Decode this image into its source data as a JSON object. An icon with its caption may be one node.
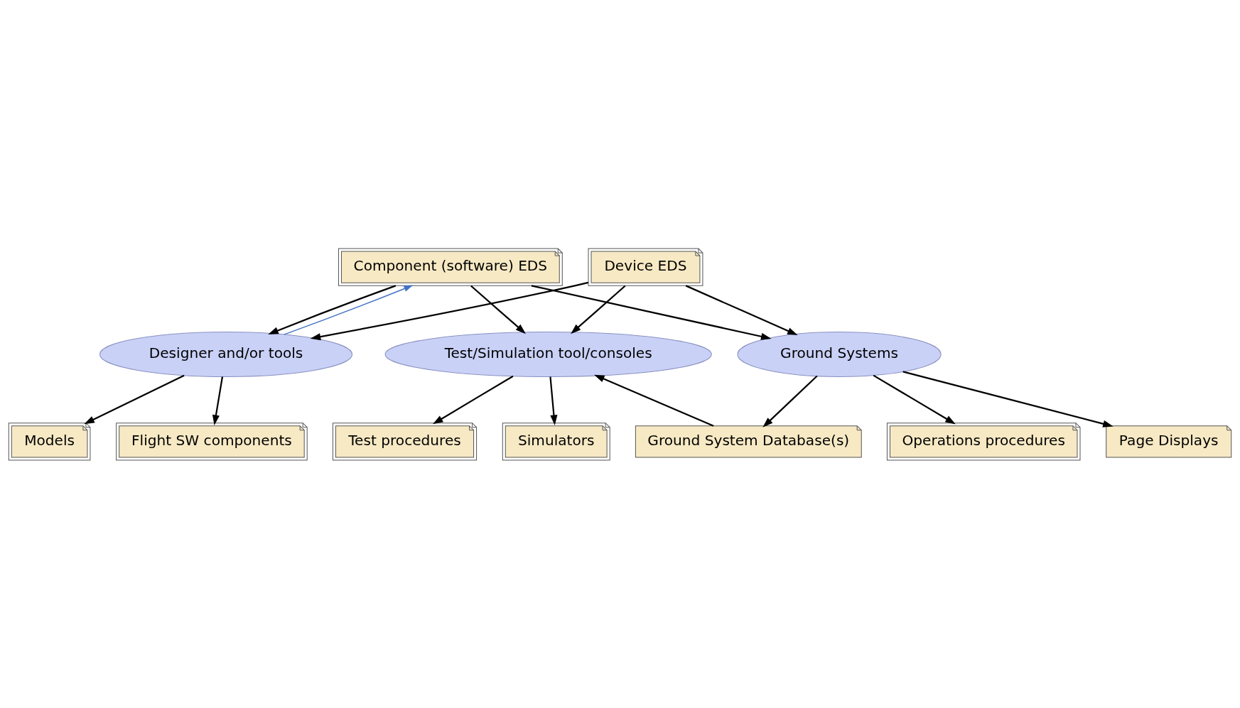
{
  "diagram": {
    "nodes": [
      {
        "text": [
          "Component (software) EDS"
        ]
      },
      {
        "text": [
          "Device EDS"
        ]
      },
      {
        "text": [
          "Designer and/or tools"
        ]
      },
      {
        "text": [
          "Test/Simulation tool/consoles"
        ]
      },
      {
        "text": [
          "Ground Systems"
        ]
      },
      {
        "text": [
          "Flight SW components"
        ]
      },
      {
        "text": [
          "Models"
        ]
      },
      {
        "text": [
          "Simulators"
        ]
      },
      {
        "text": [
          "Test procedures"
        ]
      },
      {
        "text": [
          "Ground System Database(s)"
        ]
      },
      {
        "text": [
          "Page Displays"
        ]
      },
      {
        "text": [
          "Operations procedures"
        ]
      }
    ],
    "edges": [
      {
        "from": 0,
        "to": 2,
        "arrow": "to"
      },
      {
        "from": 0,
        "to": 3,
        "arrow": "to"
      },
      {
        "from": 0,
        "to": 4,
        "arrow": "to"
      },
      {
        "from": 1,
        "to": 2,
        "arrow": "to"
      },
      {
        "from": 1,
        "to": 3,
        "arrow": "to"
      },
      {
        "from": 1,
        "to": 4,
        "arrow": "to"
      },
      {
        "from": 2,
        "to": 0,
        "arrow": "to",
        "color": "#4472c4"
      },
      {
        "from": 2,
        "to": 5,
        "arrow": "to"
      },
      {
        "from": 2,
        "to": 6,
        "arrow": "to"
      },
      {
        "from": 3,
        "to": 7,
        "arrow": "to"
      },
      {
        "from": 3,
        "to": 8,
        "arrow": "to"
      },
      {
        "from": 9,
        "to": 3,
        "arrow": "to"
      },
      {
        "from": 4,
        "to": 9,
        "arrow": "to"
      },
      {
        "from": 4,
        "to": 11,
        "arrow": "to"
      },
      {
        "from": 4,
        "to": 10,
        "arrow": "to"
      }
    ]
  }
}
